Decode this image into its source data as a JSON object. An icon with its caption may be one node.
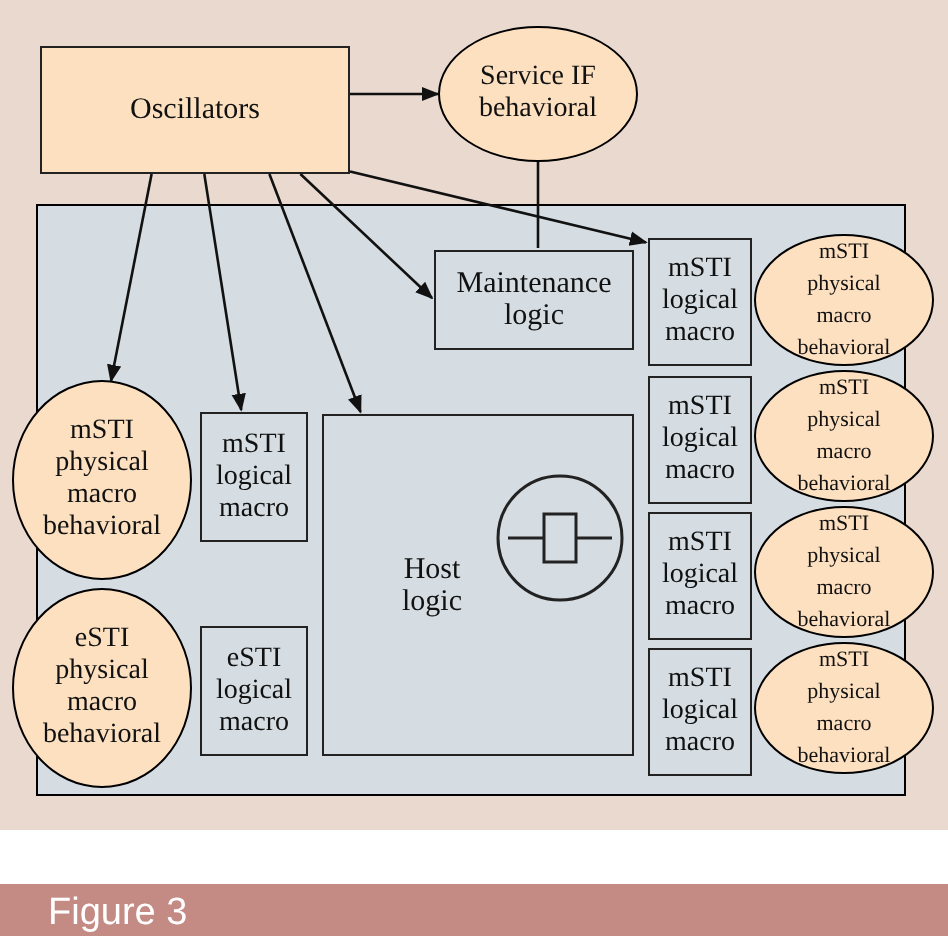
{
  "diagram": {
    "caption": "Figure 3",
    "nodes": [
      {
        "text": [
          "Oscillators"
        ]
      },
      {
        "text": [
          "Service IF behavioral"
        ]
      },
      {
        "text": [],
        "shape": "box"
      },
      {
        "text": [
          "Maintenance logic"
        ],
        "in": 2
      },
      {
        "text": [
          "mSTI logical macro"
        ],
        "in": 2
      },
      {
        "text": [
          "mSTI physical macro behavioral"
        ]
      },
      {
        "text": [
          "mSTI logical macro"
        ],
        "in": 2
      },
      {
        "text": [
          "mSTI physical macro behavioral"
        ]
      },
      {
        "text": [
          "mSTI logical macro"
        ],
        "in": 2
      },
      {
        "text": [
          "mSTI physical macro behavioral"
        ]
      },
      {
        "text": [
          "mSTI logical macro"
        ],
        "in": 2
      },
      {
        "text": [
          "mSTI physical macro behavioral"
        ]
      },
      {
        "text": [
          "mSTI physical macro behavioral"
        ]
      },
      {
        "text": [
          "mSTI logical macro"
        ],
        "in": 2
      },
      {
        "text": [
          "Host logic"
        ],
        "in": 2
      },
      {
        "text": [
          "eSTI physical macro behavioral"
        ]
      },
      {
        "text": [
          "eSTI logical macro"
        ],
        "in": 2
      }
    ],
    "edges": [
      {
        "from": 0,
        "to": 1,
        "arrow": "to"
      },
      {
        "from": 1,
        "to": 3,
        "arrow": "none"
      },
      {
        "from": 0,
        "to": 12,
        "arrow": "to"
      },
      {
        "from": 0,
        "to": 13,
        "arrow": "to"
      },
      {
        "from": 0,
        "to": 14,
        "arrow": "to"
      },
      {
        "from": 0,
        "to": 3,
        "arrow": "to"
      },
      {
        "from": 0,
        "to": 4,
        "arrow": "to"
      }
    ]
  }
}
